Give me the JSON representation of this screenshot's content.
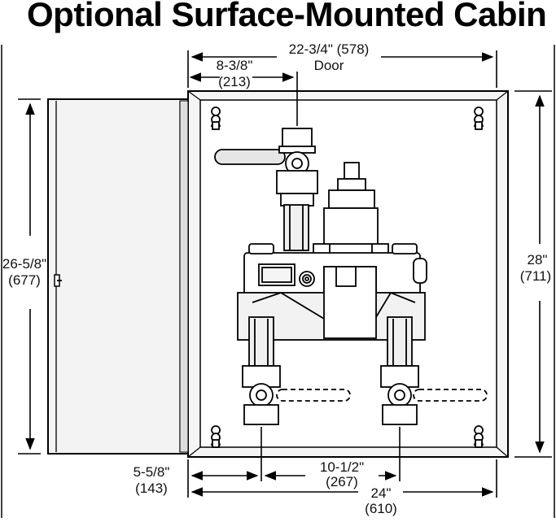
{
  "title": "Optional Surface-Mounted Cabin",
  "dimensions": {
    "door_width": "22-3/4\" (578)",
    "door_label": "Door",
    "offset_top_in": "8-3/8\"",
    "offset_top_mm": "(213)",
    "door_height_in": "26-5/8\"",
    "door_height_mm": "(677)",
    "cabinet_height_in": "28\"",
    "cabinet_height_mm": "(711)",
    "offset_bottom_in": "5-5/8\"",
    "offset_bottom_mm": "(143)",
    "centers_in": "10-1/2\"",
    "centers_mm": "(267)",
    "cabinet_width_in": "24\"",
    "cabinet_width_mm": "(610)"
  }
}
